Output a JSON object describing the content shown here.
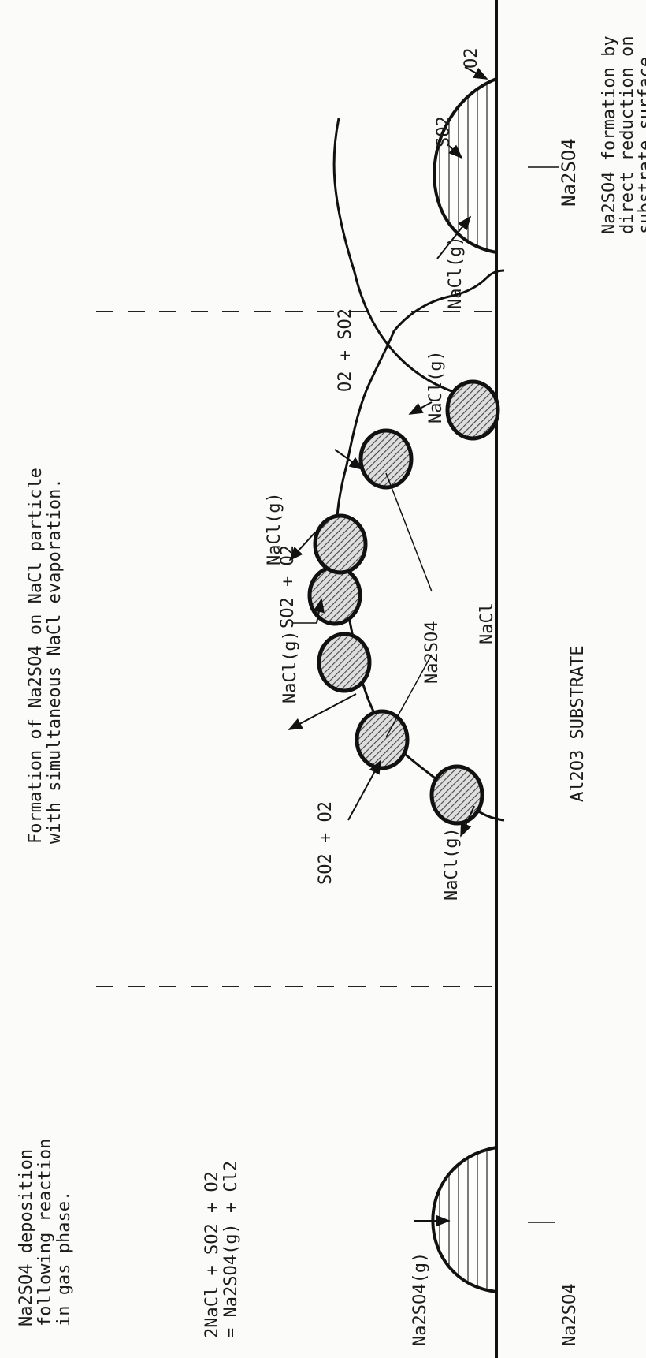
{
  "sections": {
    "left": {
      "caption": [
        "Na2SO4 deposition",
        "following reaction",
        "in gas phase."
      ],
      "equation": [
        "2NaCl + SO2 + O2",
        "= Na2SO4(g) + Cl2"
      ],
      "label_gas": "Na2SO4(g)",
      "label_deposit": "Na2SO4"
    },
    "middle": {
      "caption": [
        "Formation of Na2SO4 on NaCl particle",
        "with simultaneous NaCl evaporation."
      ],
      "labels": {
        "so2_o2_top": "O2 + SO2",
        "so2_o2_center": "SO2 + O2",
        "so2_o2_bottom": "SO2 + O2",
        "nacl_g": "NaCl(g)",
        "na2so4": "Na2SO4",
        "nacl": "NaCl"
      }
    },
    "right": {
      "caption": [
        "Na2SO4 formation by",
        "direct reduction on",
        "substrate surface."
      ],
      "labels": {
        "o2": "O2",
        "so2": "SO2",
        "nacl_g": "NaCl(g)",
        "na2so4": "Na2SO4"
      }
    }
  },
  "substrate": "Al2O3 SUBSTRATE"
}
